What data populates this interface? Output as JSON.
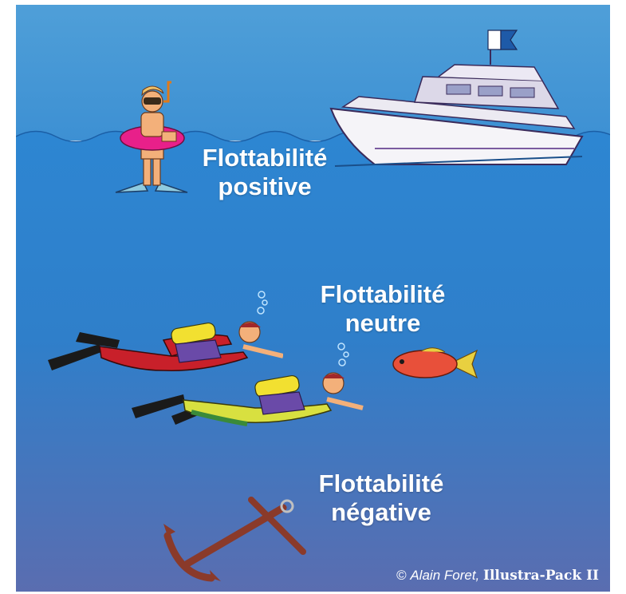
{
  "labels": {
    "positive": [
      "Flottabilité",
      "positive"
    ],
    "neutre": [
      "Flottabilité",
      "neutre"
    ],
    "negative": [
      "Flottabilité",
      "négative"
    ]
  },
  "credit": {
    "symbol": "©",
    "author": "Alain Foret,",
    "brand": "Illustra-Pack II"
  },
  "colors": {
    "sky": "#4f9bd3",
    "water_top": "#2a82d0",
    "water_bottom": "#5a6fb0",
    "text": "#ffffff"
  },
  "icons": [
    "snorkeler-icon",
    "boat-icon",
    "dive-flag-icon",
    "diver-icon",
    "fish-icon",
    "anchor-icon"
  ]
}
